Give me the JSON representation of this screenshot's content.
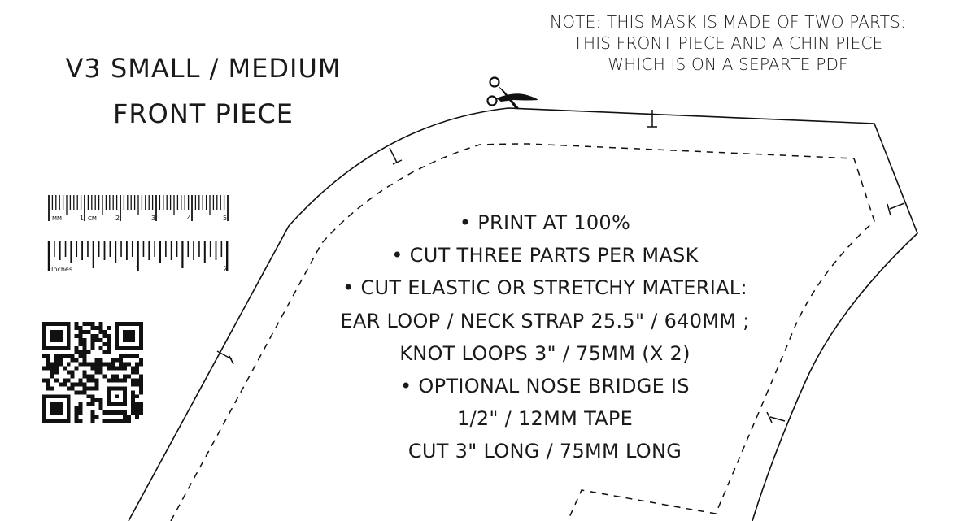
{
  "document": {
    "title": {
      "line1": "V3 SMALL / MEDIUM",
      "line2": "FRONT PIECE"
    },
    "note": {
      "line1": "NOTE: THIS MASK IS MADE OF TWO PARTS:",
      "line2": "THIS FRONT PIECE AND A CHIN PIECE",
      "line3": "WHICH IS ON A SEPARTE PDF"
    },
    "instructions": [
      "• PRINT AT 100%",
      "• CUT THREE PARTS PER MASK",
      "• CUT ELASTIC OR STRETCHY MATERIAL:",
      "EAR LOOP / NECK STRAP 25.5\" / 640MM ;",
      "KNOT LOOPS  3\" / 75MM  (X 2)",
      "• OPTIONAL NOSE BRIDGE IS",
      "1/2\"  / 12MM TAPE",
      "CUT 3\" LONG / 75MM LONG"
    ],
    "ruler_cm": {
      "unit_labels": [
        "MM",
        "CM"
      ],
      "tick_labels": [
        "1",
        "2",
        "3",
        "4",
        "5"
      ]
    },
    "ruler_inches": {
      "unit_label": "Inches",
      "tick_labels": [
        "1",
        "2"
      ]
    },
    "icons": {
      "scissors": "scissors-icon",
      "qr": "qr-code"
    },
    "colors": {
      "ink": "#1a1a1a",
      "paper": "#ffffff"
    }
  }
}
